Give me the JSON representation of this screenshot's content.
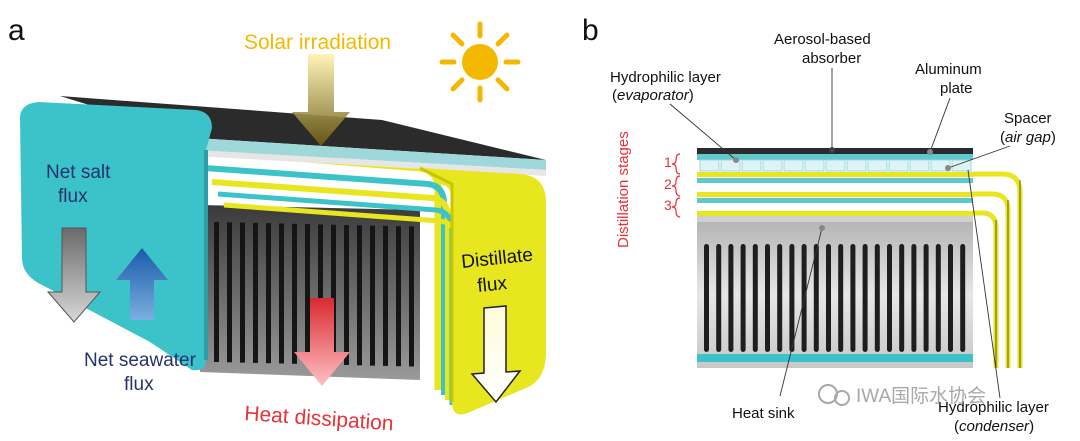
{
  "panel_a": {
    "letter": "a",
    "solar": "Solar irradiation",
    "net_salt_1": "Net salt",
    "net_salt_2": "flux",
    "net_seawater_1": "Net seawater",
    "net_seawater_2": "flux",
    "heat": "Heat dissipation",
    "distillate_1": "Distillate",
    "distillate_2": "flux"
  },
  "panel_b": {
    "letter": "b",
    "hydrophilic_top_1": "Hydrophilic layer",
    "hydrophilic_top_2": "evaporator",
    "aerosol_1": "Aerosol-based",
    "aerosol_2": "absorber",
    "aluminum_1": "Aluminum",
    "aluminum_2": "plate",
    "spacer_1": "Spacer",
    "spacer_2": "air gap",
    "distillation_stages": "Distillation stages",
    "stage_1": "1",
    "stage_2": "2",
    "stage_3": "3",
    "heat_sink": "Heat sink",
    "hydrophilic_bottom_1": "Hydrophilic layer",
    "hydrophilic_bottom_2": "condenser"
  },
  "watermark": "IWA国际水协会",
  "colors": {
    "solar": "#f5b800",
    "cyan": "#3cc3c9",
    "yellow": "#e8e61e",
    "navy": "#26326e",
    "red": "#e8323a",
    "dark": "#2b2b2b"
  }
}
